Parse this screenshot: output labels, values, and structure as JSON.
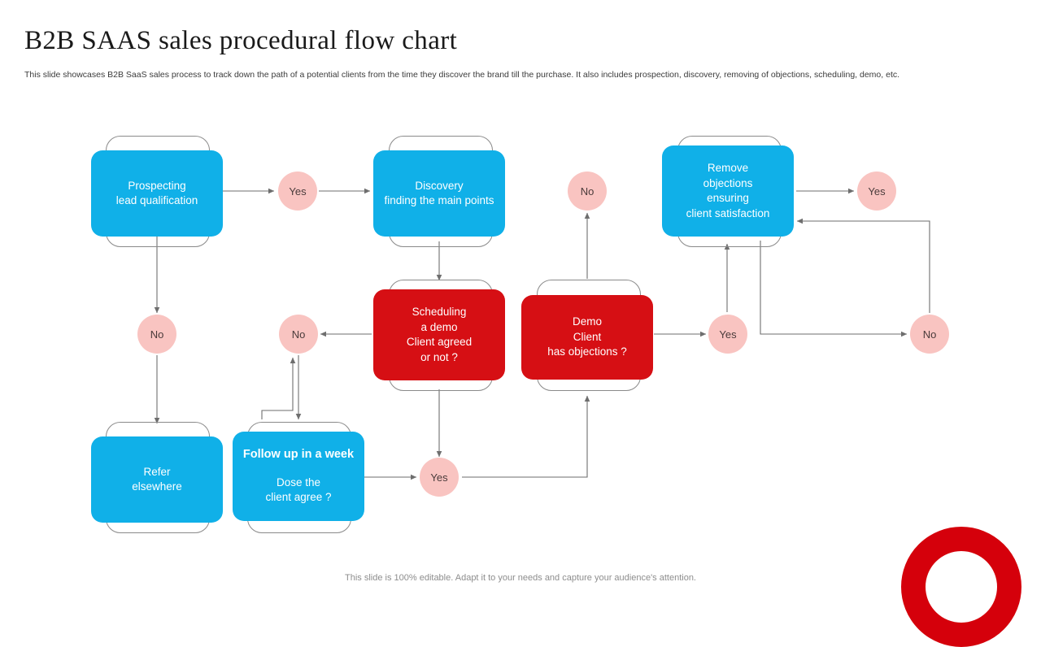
{
  "header": {
    "title": "B2B SAAS sales procedural flow chart",
    "subtitle": "This slide showcases B2B SaaS sales process to track down the path of a potential clients from the time they discover the brand till the purchase. It also includes prospection, discovery, removing of objections, scheduling, demo, etc."
  },
  "footer": {
    "note": "This slide is 100% editable. Adapt it to your needs and capture your audience's attention."
  },
  "colors": {
    "blue": "#10b0e8",
    "red": "#d60f14",
    "decision_fill": "#f9c4c1",
    "decision_text": "#4a3b3b",
    "frame_stroke": "#8a8a8a",
    "connector": "#6e6e6e",
    "brand_ring": "#d5000b",
    "title_text": "#1a1a1a",
    "body_text": "#3b3b3b",
    "footer_text": "#8d8d8d"
  },
  "chart_data": {
    "type": "diagram",
    "title": "B2B SAAS sales procedural flow chart",
    "nodes": [
      {
        "id": "prospecting",
        "kind": "process",
        "color": "blue",
        "lines": [
          "Prospecting",
          "lead qualification"
        ]
      },
      {
        "id": "discovery",
        "kind": "process",
        "color": "blue",
        "lines": [
          "Discovery",
          "finding the main points"
        ]
      },
      {
        "id": "remove",
        "kind": "process",
        "color": "blue",
        "lines": [
          "Remove",
          "objections",
          "ensuring",
          "client satisfaction"
        ]
      },
      {
        "id": "scheduling",
        "kind": "decision",
        "color": "red",
        "lines": [
          "Scheduling",
          "a demo",
          "Client agreed",
          "or not ?"
        ]
      },
      {
        "id": "demo",
        "kind": "decision",
        "color": "red",
        "lines": [
          "Demo",
          "Client",
          "has objections ?"
        ]
      },
      {
        "id": "refer",
        "kind": "process",
        "color": "blue",
        "lines": [
          "Refer",
          "elsewhere"
        ]
      },
      {
        "id": "followup",
        "kind": "process",
        "color": "blue",
        "lines": [
          "Follow up in a week",
          "Dose the",
          "client agree ?"
        ]
      }
    ],
    "decisions": [
      {
        "id": "yes-prospecting",
        "label": "Yes"
      },
      {
        "id": "no-prospecting",
        "label": "No"
      },
      {
        "id": "no-scheduling",
        "label": "No"
      },
      {
        "id": "yes-scheduling",
        "label": "Yes"
      },
      {
        "id": "no-demo",
        "label": "No"
      },
      {
        "id": "yes-demo",
        "label": "Yes"
      },
      {
        "id": "yes-remove",
        "label": "Yes"
      },
      {
        "id": "no-remove",
        "label": "No"
      }
    ],
    "edges": [
      {
        "from": "prospecting",
        "to": "discovery",
        "label": "Yes"
      },
      {
        "from": "prospecting",
        "to": "refer",
        "label": "No"
      },
      {
        "from": "discovery",
        "to": "scheduling",
        "label": ""
      },
      {
        "from": "scheduling",
        "to": "followup",
        "label": "No"
      },
      {
        "from": "scheduling",
        "to": "demo",
        "label": "Yes"
      },
      {
        "from": "followup",
        "to": "scheduling",
        "label": "Yes"
      },
      {
        "from": "demo",
        "to": "no-demo",
        "label": "No"
      },
      {
        "from": "demo",
        "to": "remove",
        "label": "Yes"
      },
      {
        "from": "remove",
        "to": "yes-remove",
        "label": "Yes"
      },
      {
        "from": "remove",
        "to": "no-remove",
        "label": "No"
      }
    ]
  },
  "nodes": {
    "prospecting": {
      "line1": "Prospecting",
      "line2": "lead qualification"
    },
    "discovery": {
      "line1": "Discovery",
      "line2": "finding the main points"
    },
    "remove": {
      "line1": "Remove",
      "line2": "objections",
      "line3": "ensuring",
      "line4": "client satisfaction"
    },
    "scheduling": {
      "line1": "Scheduling",
      "line2": "a demo",
      "line3": "Client agreed",
      "line4": "or not ?"
    },
    "demo": {
      "line1": "Demo",
      "line2": "Client",
      "line3": "has objections ?"
    },
    "refer": {
      "line1": "Refer",
      "line2": "elsewhere"
    },
    "followup": {
      "line1": "Follow up in a week",
      "line2": "Dose the",
      "line3": "client agree ?"
    }
  },
  "decisions": {
    "yes_prospecting": "Yes",
    "no_prospecting": "No",
    "no_scheduling": "No",
    "yes_scheduling": "Yes",
    "no_demo": "No",
    "yes_demo": "Yes",
    "yes_remove": "Yes",
    "no_remove": "No"
  }
}
